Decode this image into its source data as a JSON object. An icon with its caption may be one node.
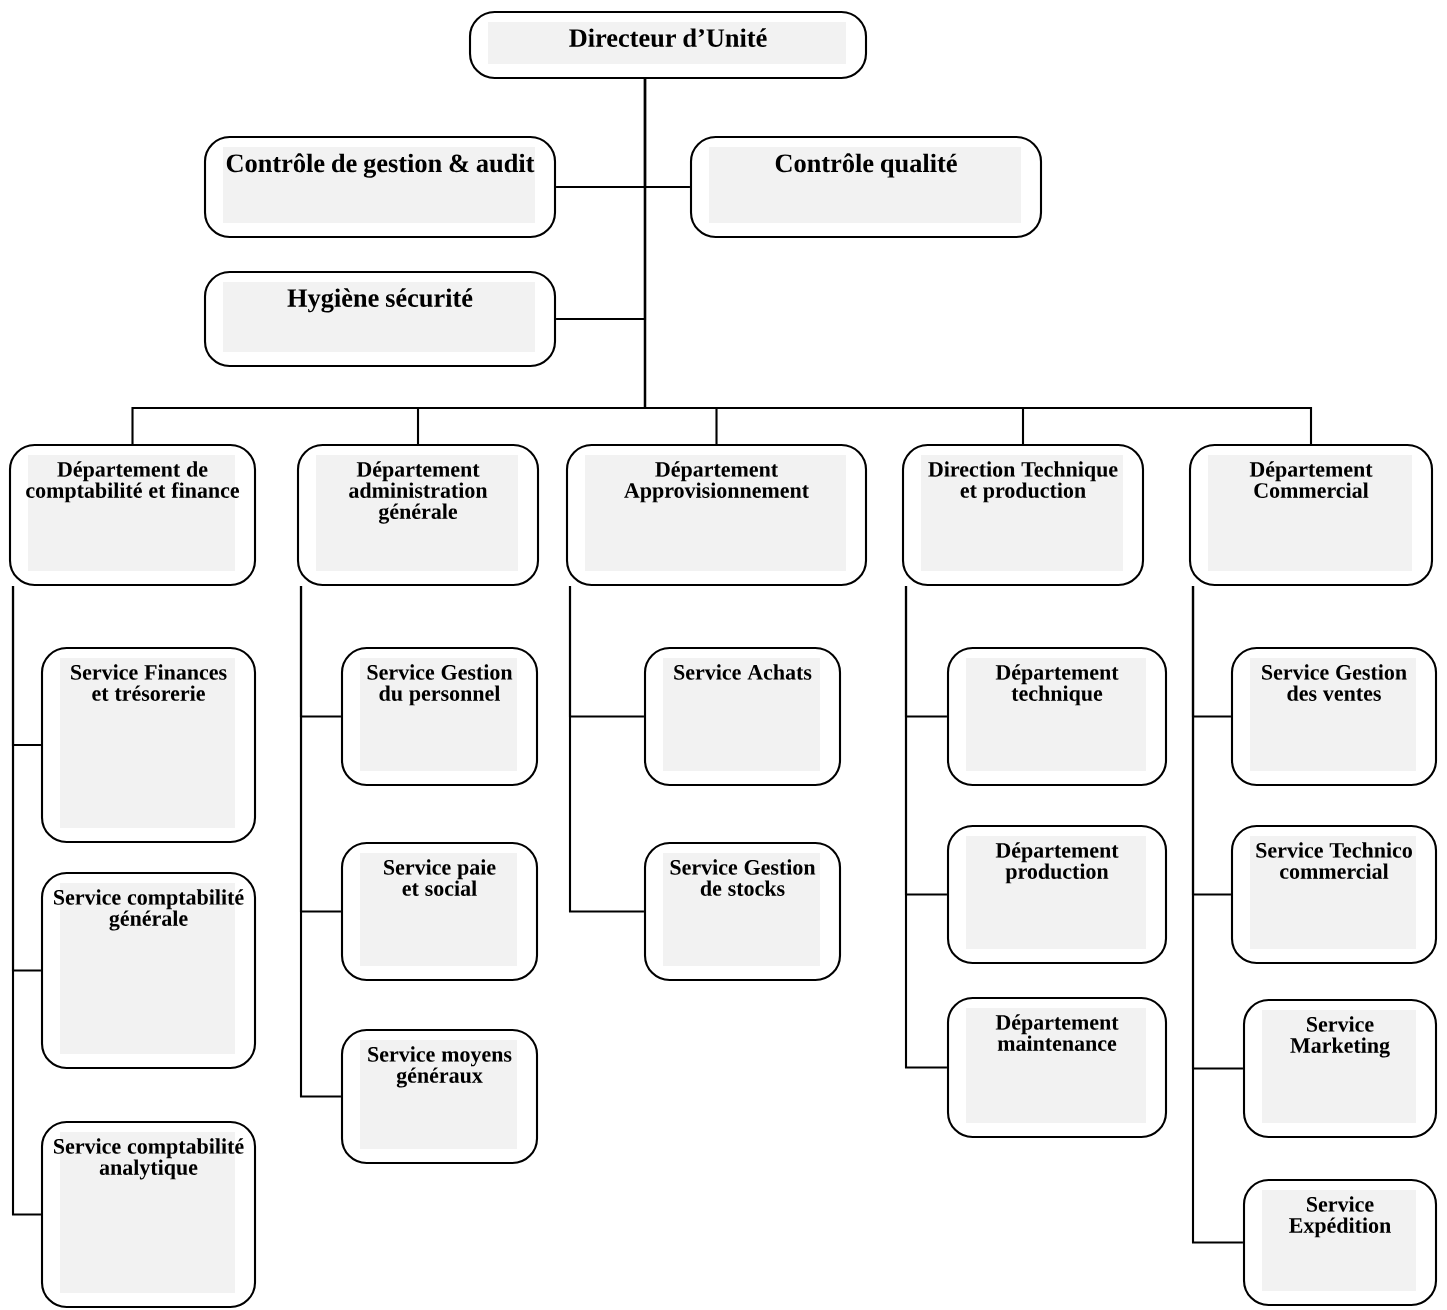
{
  "diagram": {
    "nodes": [
      {
        "text": [
          "Directeur d’Unité"
        ]
      },
      {
        "text": [
          "Contrôle de gestion & audit"
        ]
      },
      {
        "text": [
          "Contrôle qualité"
        ]
      },
      {
        "text": [
          "Hygiène sécurité"
        ]
      },
      {
        "text": [
          "Département de comptabilité et finance"
        ]
      },
      {
        "text": [
          "Département administration générale"
        ]
      },
      {
        "text": [
          "Département Approvisionnement"
        ]
      },
      {
        "text": [
          "Direction Technique et production"
        ]
      },
      {
        "text": [
          "Département Commercial"
        ]
      },
      {
        "text": [
          "Service Finances et trésorerie"
        ]
      },
      {
        "text": [
          "Service comptabilité générale"
        ]
      },
      {
        "text": [
          "Service comptabilité analytique"
        ]
      },
      {
        "text": [
          "Service Gestion du personnel"
        ]
      },
      {
        "text": [
          "Service paie et social"
        ]
      },
      {
        "text": [
          "Service moyens généraux"
        ]
      },
      {
        "text": [
          "Service Achats"
        ]
      },
      {
        "text": [
          "Service Gestion de stocks"
        ]
      },
      {
        "text": [
          "Département technique"
        ]
      },
      {
        "text": [
          "Département production"
        ]
      },
      {
        "text": [
          "Département maintenance"
        ]
      },
      {
        "text": [
          "Service Gestion des ventes"
        ]
      },
      {
        "text": [
          "Service Technico commercial"
        ]
      },
      {
        "text": [
          "Service Marketing"
        ]
      },
      {
        "text": [
          "Service Expédition"
        ]
      }
    ],
    "edges": [
      {
        "from": 0,
        "to": 1,
        "arrow": "none"
      },
      {
        "from": 0,
        "to": 2,
        "arrow": "none"
      },
      {
        "from": 0,
        "to": 3,
        "arrow": "none"
      },
      {
        "from": 0,
        "to": 4,
        "arrow": "none"
      },
      {
        "from": 0,
        "to": 5,
        "arrow": "none"
      },
      {
        "from": 0,
        "to": 6,
        "arrow": "none"
      },
      {
        "from": 0,
        "to": 7,
        "arrow": "none"
      },
      {
        "from": 0,
        "to": 8,
        "arrow": "none"
      },
      {
        "from": 4,
        "to": 9,
        "arrow": "none"
      },
      {
        "from": 4,
        "to": 10,
        "arrow": "none"
      },
      {
        "from": 4,
        "to": 11,
        "arrow": "none"
      },
      {
        "from": 5,
        "to": 12,
        "arrow": "none"
      },
      {
        "from": 5,
        "to": 13,
        "arrow": "none"
      },
      {
        "from": 5,
        "to": 14,
        "arrow": "none"
      },
      {
        "from": 6,
        "to": 15,
        "arrow": "none"
      },
      {
        "from": 6,
        "to": 16,
        "arrow": "none"
      },
      {
        "from": 7,
        "to": 17,
        "arrow": "none"
      },
      {
        "from": 7,
        "to": 18,
        "arrow": "none"
      },
      {
        "from": 7,
        "to": 19,
        "arrow": "none"
      },
      {
        "from": 8,
        "to": 20,
        "arrow": "none"
      },
      {
        "from": 8,
        "to": 21,
        "arrow": "none"
      },
      {
        "from": 8,
        "to": 22,
        "arrow": "none"
      },
      {
        "from": 8,
        "to": 23,
        "arrow": "none"
      }
    ]
  }
}
